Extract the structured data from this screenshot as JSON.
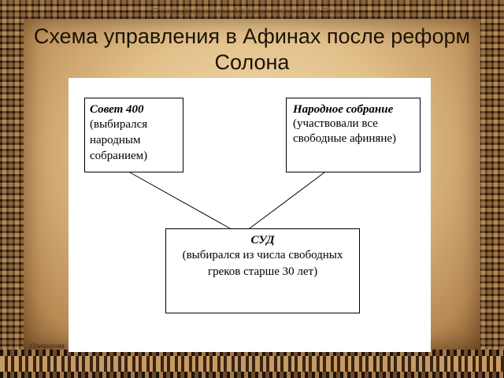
{
  "slide": {
    "subtitle": "Схема управления в Афинах после реформ Солона",
    "title": "Схема управления в Афинах после реформ Солона",
    "author": "Олифирова"
  },
  "diagram": {
    "council": {
      "title": "Совет   400",
      "text": "(выбирался народным собранием)"
    },
    "assembly": {
      "title": "Народное собрание",
      "text": "(участвовали все свободные афиняне)"
    },
    "court": {
      "title": "СУД",
      "text": "(выбирался из числа свободных греков старше 30 лет)"
    }
  },
  "colors": {
    "frame": "#5a3b22",
    "parchment": "#e2c08a",
    "title_text": "#1c1207"
  }
}
